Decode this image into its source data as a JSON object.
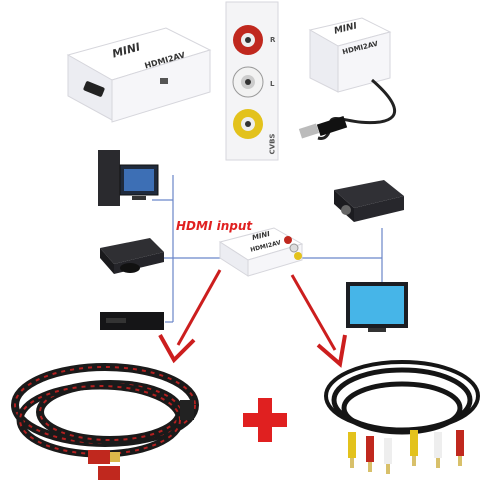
{
  "labels": {
    "brand": "MINI",
    "model": "HDMI2AV",
    "port_r": "R",
    "port_l": "L",
    "port_cvbs": "CVBS",
    "hdmi_input": "HDMI input"
  },
  "colors": {
    "arrow_red": "#cc1e1e",
    "plus_red": "#e02020",
    "line_blue": "#6a86c9",
    "device_white": "#f4f4f6"
  },
  "icons": [
    "computer-icon",
    "game-console-icon",
    "set-top-box-icon",
    "projector-icon",
    "tv-icon",
    "hdmi-cable-icon",
    "rca-cable-icon"
  ]
}
